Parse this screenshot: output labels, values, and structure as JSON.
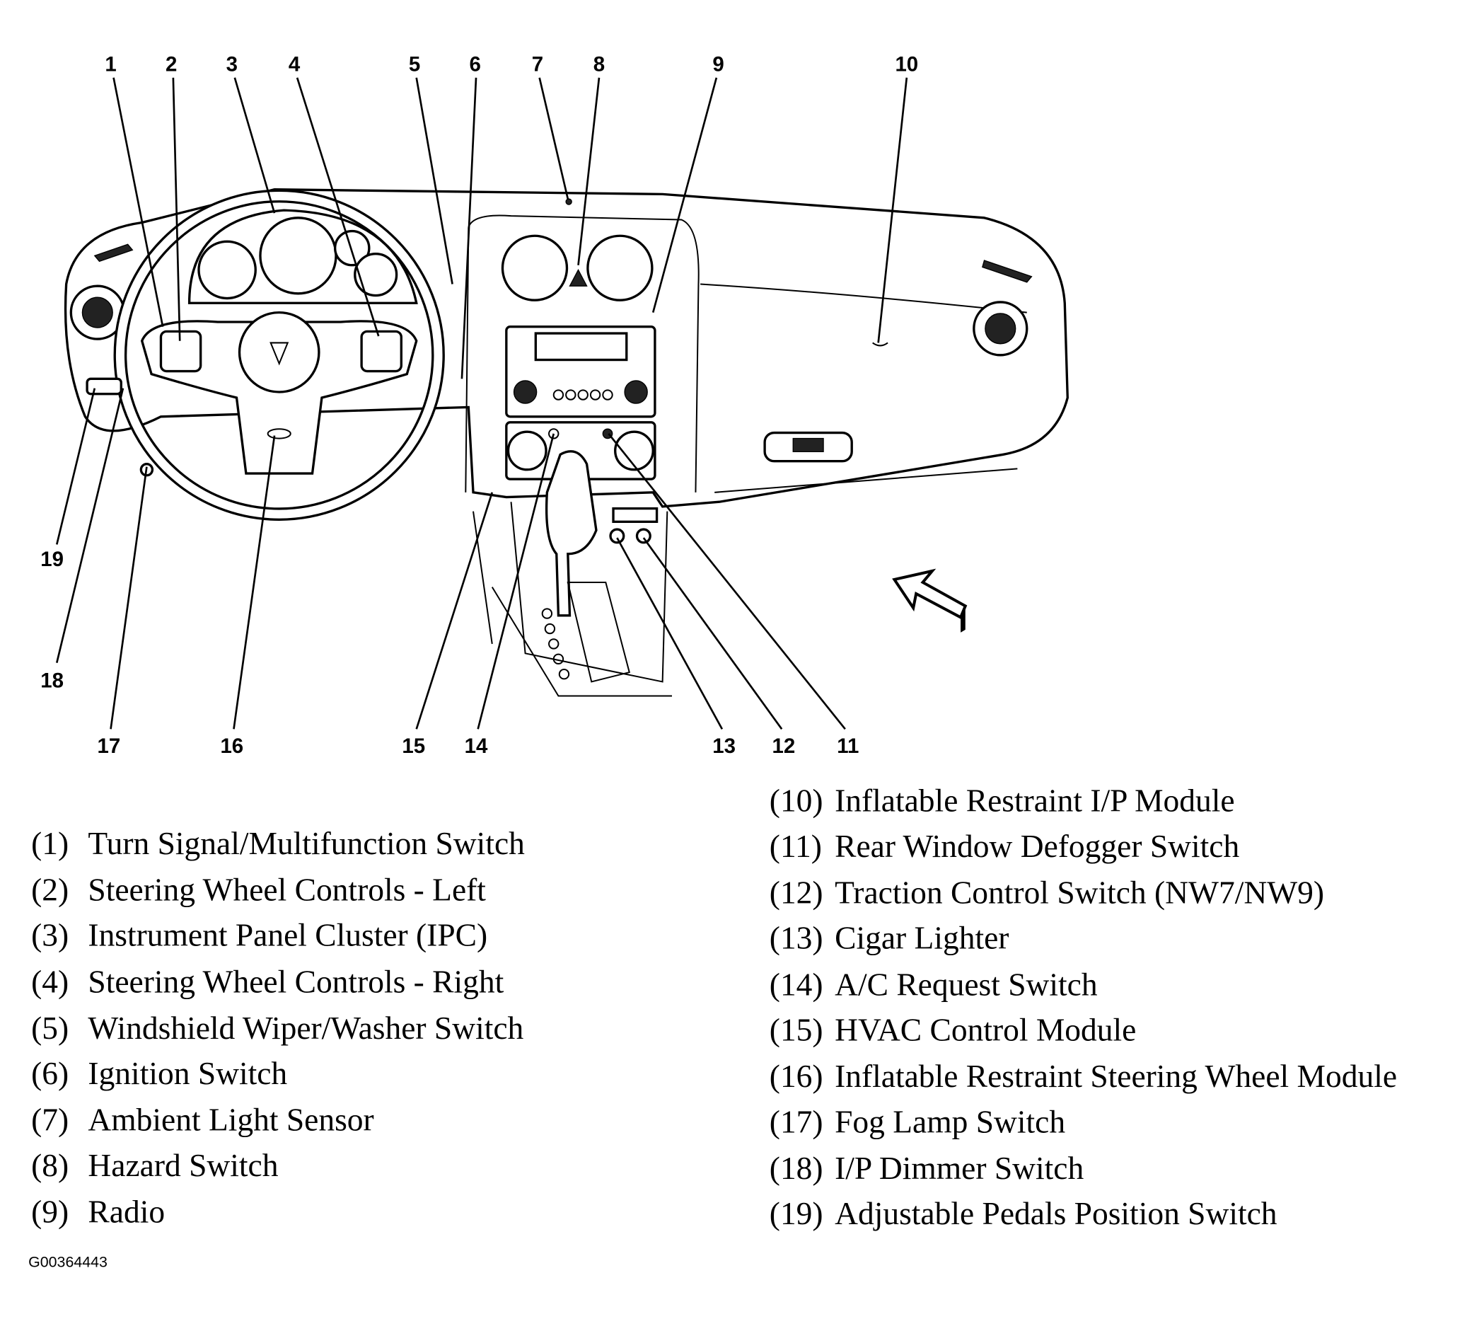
{
  "callouts": [
    "1",
    "2",
    "3",
    "4",
    "5",
    "6",
    "7",
    "8",
    "9",
    "10",
    "11",
    "12",
    "13",
    "14",
    "15",
    "16",
    "17",
    "18",
    "19"
  ],
  "legend": [
    {
      "num": "(1)",
      "label": "Turn Signal/Multifunction Switch"
    },
    {
      "num": "(2)",
      "label": "Steering Wheel Controls - Left"
    },
    {
      "num": "(3)",
      "label": "Instrument Panel Cluster (IPC)"
    },
    {
      "num": "(4)",
      "label": "Steering Wheel Controls - Right"
    },
    {
      "num": "(5)",
      "label": "Windshield Wiper/Washer Switch"
    },
    {
      "num": "(6)",
      "label": "Ignition Switch"
    },
    {
      "num": "(7)",
      "label": "Ambient Light Sensor"
    },
    {
      "num": "(8)",
      "label": "Hazard Switch"
    },
    {
      "num": "(9)",
      "label": "Radio"
    },
    {
      "num": "(10)",
      "label": "Inflatable Restraint I/P Module"
    },
    {
      "num": "(11)",
      "label": "Rear Window Defogger Switch"
    },
    {
      "num": "(12)",
      "label": "Traction Control Switch (NW7/NW9)"
    },
    {
      "num": "(13)",
      "label": "Cigar Lighter"
    },
    {
      "num": "(14)",
      "label": "A/C Request Switch"
    },
    {
      "num": "(15)",
      "label": "HVAC Control Module"
    },
    {
      "num": "(16)",
      "label": "Inflatable Restraint Steering Wheel Module"
    },
    {
      "num": "(17)",
      "label": "Fog Lamp Switch"
    },
    {
      "num": "(18)",
      "label": "I/P Dimmer Switch"
    },
    {
      "num": "(19)",
      "label": "Adjustable Pedals Position Switch"
    }
  ],
  "figure_id": "G00364443",
  "icons": {
    "direction_arrow": "forward-arrow-icon"
  }
}
